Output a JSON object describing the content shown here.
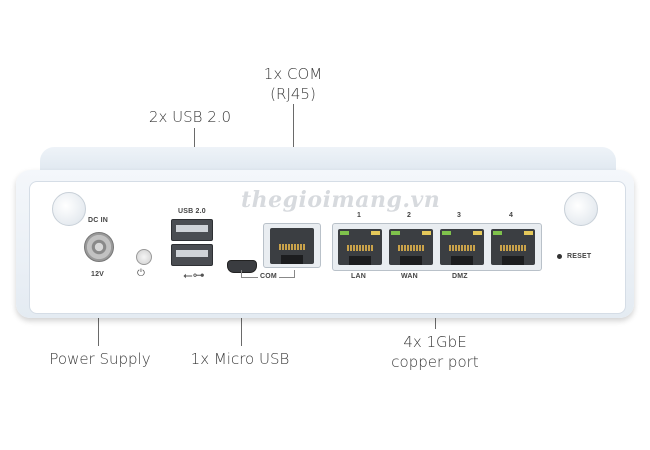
{
  "callouts": {
    "com": "1x COM\n(RJ45)",
    "usb": "2x USB 2.0",
    "power": "Power Supply",
    "micro_usb": "1x Micro USB",
    "gbe": "4x 1GbE\ncopper port"
  },
  "device_labels": {
    "dc_in": "DC IN",
    "voltage": "12V",
    "usb_label": "USB 2.0",
    "com": "COM",
    "reset": "RESET",
    "port_numbers": [
      "1",
      "2",
      "3",
      "4"
    ],
    "port_names": [
      "LAN",
      "WAN",
      "DMZ"
    ]
  },
  "watermark": "thegioimang.vn",
  "colors": {
    "led_green": "#7fc24c",
    "led_amber": "#e4c85a",
    "port": "#3b3e42"
  }
}
